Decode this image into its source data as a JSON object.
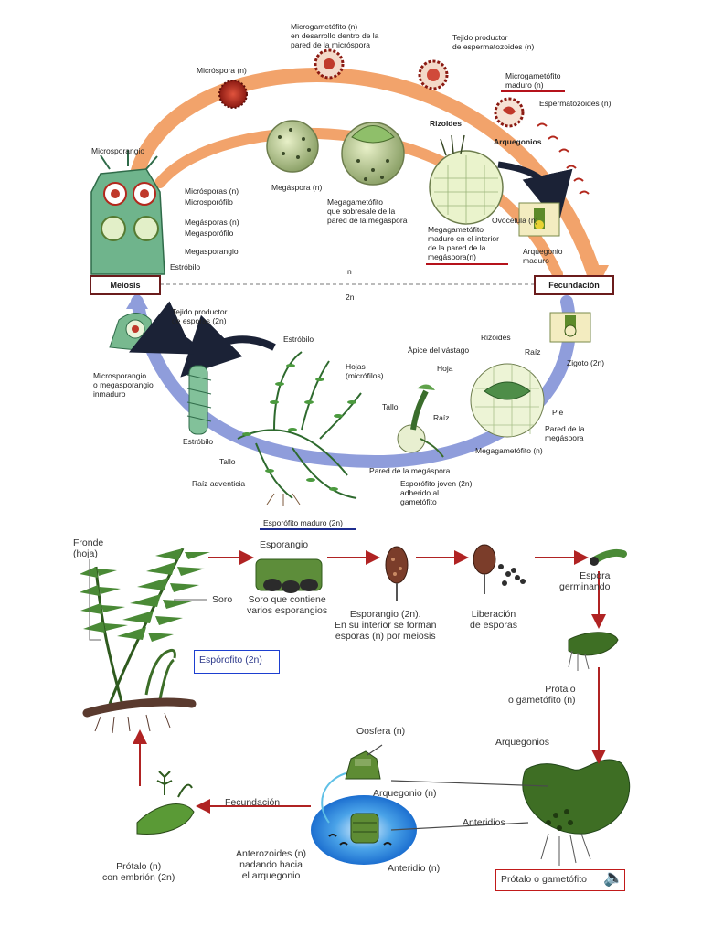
{
  "top": {
    "labels": {
      "microgametofito_desarrollo": "Microgametófito (n)\nen desarrollo dentro de la\npared de la micróspora",
      "tejido_esperma": "Tejido productor\nde espermatozoides (n)",
      "microspora": "Micróspora (n)",
      "microgametofito_maduro": "Microgametófito\nmaduro (n)",
      "espermatozoides": "Espermatozoides (n)",
      "rizoides": "Rizoides",
      "arquegonios": "Arquegonios",
      "microsporangio": "Microsporangio",
      "microsporas": "Micrósporas (n)",
      "microsporofilo": "Microsporófilo",
      "megasporas": "Megásporas (n)",
      "megasporofilo": "Megasporófilo",
      "megasporangio": "Megasporangio",
      "megaspora": "Megáspora (n)",
      "megagametofito_sobresale": "Megagametófito\nque sobresale de la\npared de la megáspora",
      "megagametofito_maduro": "Megagametófito\nmaduro en el interior\nde la pared de la\nmegáspora(n)",
      "ovocelula": "Ovocélula (n)",
      "arquegonio_maduro": "Arquegonio\nmaduro",
      "estrobilo_top": "Estróbilo",
      "meiosis": "Meiosis",
      "fecundacion": "Fecundación",
      "n": "n",
      "2n": "2n",
      "tejido_esporas": "Tejido productor\nde esporas (2n)",
      "microsporangio_inmaduro": "Microsporangio\no megasporangio\ninmaduro",
      "estrobilo_mid": "Estróbilo",
      "hojas": "Hojas\n(micrófilos)",
      "estrobilo_low": "Estróbilo",
      "tallo_left": "Tallo",
      "raiz_adventicia": "Raíz adventicia",
      "esporofito_maduro": "Esporófito maduro (2n)",
      "rizoides2": "Rizoides",
      "apice": "Ápice del vástago",
      "hoja": "Hoja",
      "raiz": "Raíz",
      "zigoto": "Zigoto (2n)",
      "tallo_mid": "Tallo",
      "raiz2": "Raíz",
      "pie": "Pie",
      "pared_megaspora": "Pared de la\nmegáspora",
      "megagametofito": "Megagametófito (n)",
      "pared_megaspora2": "Pared de la megáspora",
      "esporofito_joven": "Esporófito joven (2n)\nadherido al\ngametófito"
    }
  },
  "bottom": {
    "labels": {
      "fronde": "Fronde\n(hoja)",
      "esporangio": "Esporangio",
      "soro": "Soro",
      "soro_contiene": "Soro que contiene\nvarios esporangios",
      "esporangio_2n": "Esporangio (2n).\nEn su interior se forman\nesporas (n) por meiosis",
      "liberacion": "Liberación\nde esporas",
      "espora_germinando": "Espora\ngerminando",
      "esporofito": "Espórofito (2n)",
      "protalo_gametofito": "Protalo\no gametófito (n)",
      "oosfera": "Oosfera (n)",
      "arquegonios": "Arquegonios",
      "arquegonio": "Arquegonio (n)",
      "fecundacion": "Fecundación",
      "anteridios": "Anteridios",
      "anterozoides": "Anterozoides (n)\nnadando hacia\nel arquegonio",
      "anteridio": "Anteridio (n)",
      "protalo_embrion": "Prótalo (n)\ncon embrión (2n)",
      "protalo_gametofito_box": "Prótalo o gametófito"
    }
  },
  "colors": {
    "haploid_arc": "#f2a36b",
    "diploid_arc": "#8f9ddb",
    "meiosis_border": "#6b1c1c",
    "underline_red": "#b5121b",
    "underline_blue": "#1d2c8f",
    "fern_arrow": "#b02323",
    "plant_green": "#3f6f2a",
    "spore_red": "#c0392b"
  }
}
